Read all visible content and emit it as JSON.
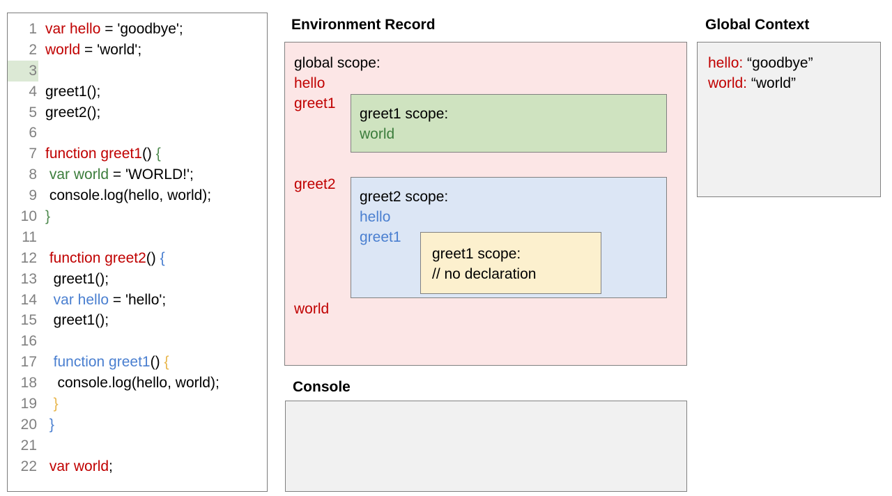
{
  "code_panel": {
    "lines": [
      {
        "num": "1",
        "highlight": false,
        "tokens": [
          {
            "t": "var hello",
            "c": "red"
          },
          {
            "t": " = 'goodbye';",
            "c": "black"
          }
        ]
      },
      {
        "num": "2",
        "highlight": false,
        "tokens": [
          {
            "t": "world",
            "c": "red"
          },
          {
            "t": " = 'world';",
            "c": "black"
          }
        ]
      },
      {
        "num": "3",
        "highlight": true,
        "tokens": []
      },
      {
        "num": "4",
        "highlight": false,
        "tokens": [
          {
            "t": "greet1();",
            "c": "black"
          }
        ]
      },
      {
        "num": "5",
        "highlight": false,
        "tokens": [
          {
            "t": "greet2();",
            "c": "black"
          }
        ]
      },
      {
        "num": "6",
        "highlight": false,
        "tokens": []
      },
      {
        "num": "7",
        "highlight": false,
        "tokens": [
          {
            "t": "function greet1",
            "c": "red"
          },
          {
            "t": "() ",
            "c": "black"
          },
          {
            "t": "{",
            "c": "gbrace"
          }
        ]
      },
      {
        "num": "8",
        "highlight": false,
        "tokens": [
          {
            "t": " ",
            "c": "black"
          },
          {
            "t": "var world",
            "c": "green"
          },
          {
            "t": " = 'WORLD!';",
            "c": "black"
          }
        ]
      },
      {
        "num": "9",
        "highlight": false,
        "tokens": [
          {
            "t": " console.log(hello, world);",
            "c": "black"
          }
        ]
      },
      {
        "num": "10",
        "highlight": false,
        "tokens": [
          {
            "t": "}",
            "c": "gbrace"
          }
        ]
      },
      {
        "num": "11",
        "highlight": false,
        "tokens": []
      },
      {
        "num": "12",
        "highlight": false,
        "tokens": [
          {
            "t": " ",
            "c": "black"
          },
          {
            "t": "function greet2",
            "c": "red"
          },
          {
            "t": "() ",
            "c": "black"
          },
          {
            "t": "{",
            "c": "bbrace"
          }
        ]
      },
      {
        "num": "13",
        "highlight": false,
        "tokens": [
          {
            "t": "  greet1();",
            "c": "black"
          }
        ]
      },
      {
        "num": "14",
        "highlight": false,
        "tokens": [
          {
            "t": "  ",
            "c": "black"
          },
          {
            "t": "var hello",
            "c": "blue"
          },
          {
            "t": " = 'hello';",
            "c": "black"
          }
        ]
      },
      {
        "num": "15",
        "highlight": false,
        "tokens": [
          {
            "t": "  greet1();",
            "c": "black"
          }
        ]
      },
      {
        "num": "16",
        "highlight": false,
        "tokens": []
      },
      {
        "num": "17",
        "highlight": false,
        "tokens": [
          {
            "t": "  ",
            "c": "black"
          },
          {
            "t": "function greet1",
            "c": "blue"
          },
          {
            "t": "() ",
            "c": "black"
          },
          {
            "t": "{",
            "c": "obrace"
          }
        ]
      },
      {
        "num": "18",
        "highlight": false,
        "tokens": [
          {
            "t": "   console.log(hello, world);",
            "c": "black"
          }
        ]
      },
      {
        "num": "19",
        "highlight": false,
        "tokens": [
          {
            "t": "  ",
            "c": "black"
          },
          {
            "t": "}",
            "c": "obrace"
          }
        ]
      },
      {
        "num": "20",
        "highlight": false,
        "tokens": [
          {
            "t": " ",
            "c": "black"
          },
          {
            "t": "}",
            "c": "bbrace"
          }
        ]
      },
      {
        "num": "21",
        "highlight": false,
        "tokens": []
      },
      {
        "num": "22",
        "highlight": false,
        "tokens": [
          {
            "t": " ",
            "c": "black"
          },
          {
            "t": "var world",
            "c": "red"
          },
          {
            "t": ";",
            "c": "black"
          }
        ]
      }
    ]
  },
  "environment_record": {
    "title": "Environment Record",
    "global_scope_label": "global scope:",
    "bindings": [
      {
        "name": "hello"
      },
      {
        "name": "greet1"
      },
      {
        "name": "greet2"
      },
      {
        "name": "world"
      }
    ],
    "greet1_scope": {
      "heading": "greet1 scope:",
      "variable": "world"
    },
    "greet2_scope": {
      "heading": "greet2 scope:",
      "binding_hello": "hello",
      "binding_greet1": "greet1",
      "inner_greet1_scope": {
        "heading": "greet1 scope:",
        "note": "// no declaration"
      }
    }
  },
  "global_context": {
    "title": "Global Context",
    "entries": [
      {
        "key": "hello:",
        "value": " “goodbye”"
      },
      {
        "key": "world:",
        "value": " “world”"
      }
    ]
  },
  "console": {
    "title": "Console",
    "output": ""
  },
  "colors": {
    "env_record_bg": "#fce6e6",
    "greet1_scope_bg": "#cfe3c0",
    "greet2_scope_bg": "#dce6f5",
    "inner_greet1_bg": "#fcf0ce",
    "panel_bg": "#f1f1f1",
    "border": "#808080",
    "red_token": "#c00000",
    "green_token": "#3c7d3c",
    "blue_token": "#4a7fd0",
    "orange_brace": "#e8b64c",
    "line_highlight": "#dce9d5"
  }
}
